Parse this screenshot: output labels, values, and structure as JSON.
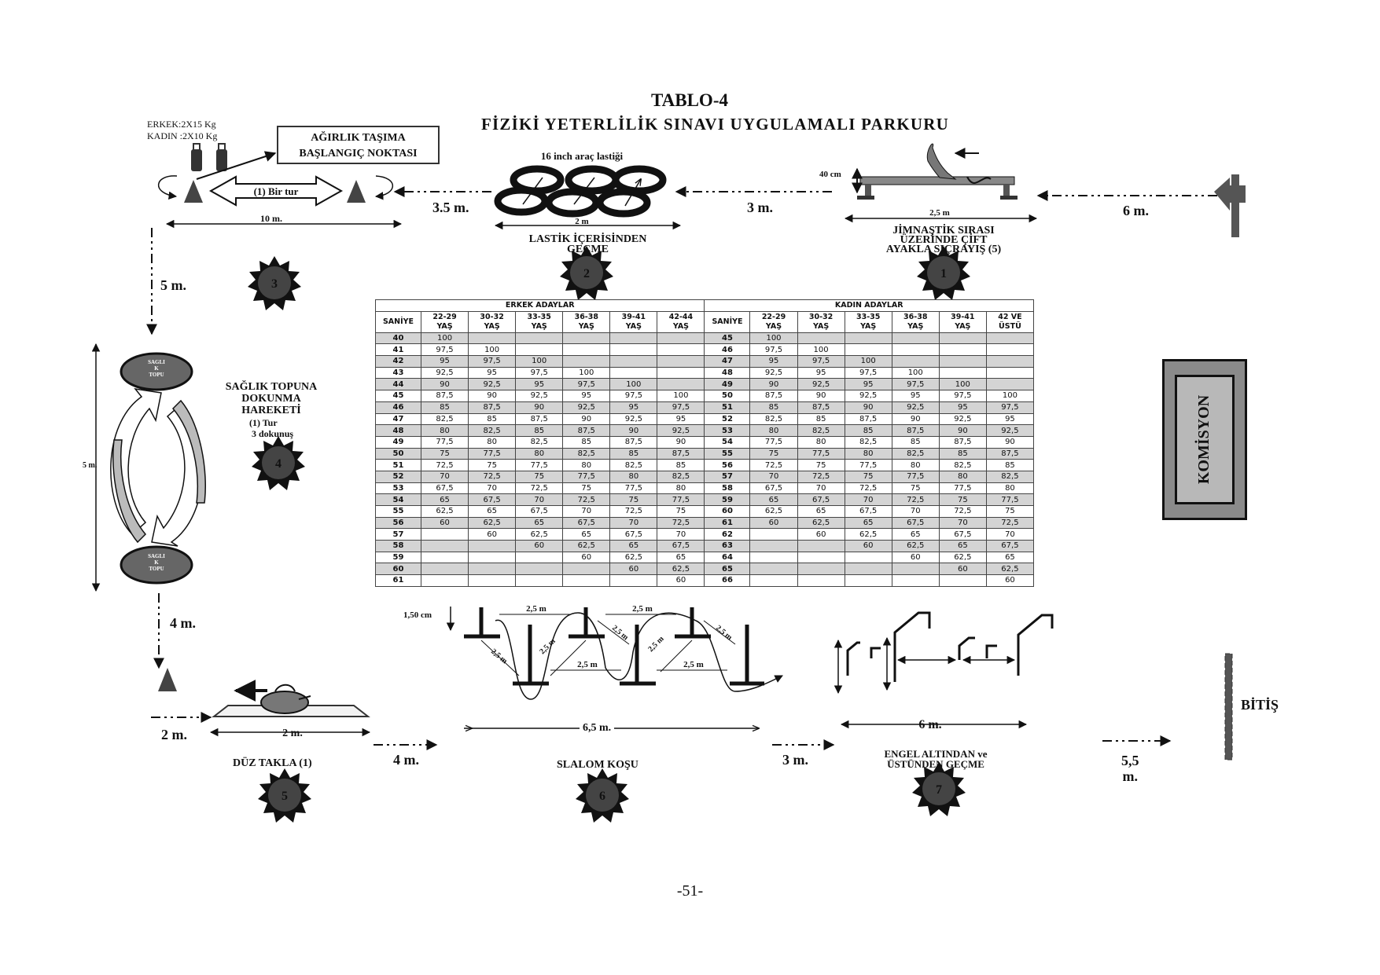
{
  "title": "TABLO-4",
  "subtitle": "FİZİKİ YETERLİLİK SINAVI UYGULAMALI PARKURU",
  "weights": {
    "male": "ERKEK:2X15 Kg",
    "female": "KADIN :2X10 Kg"
  },
  "start_box": {
    "line1": "AĞIRLIK TAŞIMA",
    "line2": "BAŞLANGIÇ NOKTASI"
  },
  "stations": {
    "s1": {
      "number": "1",
      "lines": [
        "JİMNAŞTİK SIRASI",
        "ÜZERİNDE ÇİFT",
        "AYAKLA SIÇRAYIŞ (5)"
      ],
      "height": "40 cm",
      "length": "2,5 m"
    },
    "s2": {
      "number": "2",
      "lines": [
        "LASTİK İÇERİSİNDEN",
        "GEÇME"
      ],
      "tire_label": "16 inch araç lastiği",
      "length": "2 m"
    },
    "s3": {
      "number": "3",
      "lap": "(1) Bir tur",
      "length": "10 m."
    },
    "s4": {
      "number": "4",
      "lines": [
        "SAĞLIK TOPUNA",
        "DOKUNMA",
        "HAREKETİ"
      ],
      "detail1": "(1)  Tur",
      "detail2": "3 dokunuş",
      "ball_lines": [
        "SAGLI",
        "K",
        "TOPU"
      ],
      "length": "5 m."
    },
    "s5": {
      "number": "5",
      "label": "DÜZ TAKLA  (1)",
      "length": "2 m."
    },
    "s6": {
      "number": "6",
      "label": "SLALOM KOŞU",
      "length": "6,5 m.",
      "pole_height": "1,50 cm",
      "spacing": "2,5 m"
    },
    "s7": {
      "number": "7",
      "lines": [
        "ENGEL  ALTINDAN  ve",
        "ÜSTÜNDEN  GEÇME"
      ],
      "length": "6 m."
    }
  },
  "distances": {
    "d_start_s1": "6 m.",
    "d_s1_s2": "3 m.",
    "d_s2_s3": "3.5 m.",
    "d_s3_s4": "5 m.",
    "d_s4_s5": "4 m.",
    "d_before_s5": "2 m.",
    "d_s5_s6": "4 m.",
    "d_s6_s7": "3 m.",
    "d_s7_end": "5,5\nm."
  },
  "finish": "BİTİŞ",
  "commission": "KOMİSYON",
  "page_number": "-51-",
  "table": {
    "male_header": "ERKEK ADAYLAR",
    "female_header": "KADIN ADAYLAR",
    "male_cols": [
      "SANİYE",
      "22-29\nYAŞ",
      "30-32\nYAŞ",
      "33-35\nYAŞ",
      "36-38\nYAŞ",
      "39-41\nYAŞ",
      "42-44\nYAŞ"
    ],
    "female_cols": [
      "SANİYE",
      "22-29\nYAŞ",
      "30-32\nYAŞ",
      "33-35\nYAŞ",
      "36-38\nYAŞ",
      "39-41\nYAŞ",
      "42 VE\nÜSTÜ"
    ],
    "rows": [
      [
        "40",
        "100",
        "",
        "",
        "",
        "",
        "",
        "45",
        "100",
        "",
        "",
        "",
        "",
        ""
      ],
      [
        "41",
        "97,5",
        "100",
        "",
        "",
        "",
        "",
        "46",
        "97,5",
        "100",
        "",
        "",
        "",
        ""
      ],
      [
        "42",
        "95",
        "97,5",
        "100",
        "",
        "",
        "",
        "47",
        "95",
        "97,5",
        "100",
        "",
        "",
        ""
      ],
      [
        "43",
        "92,5",
        "95",
        "97,5",
        "100",
        "",
        "",
        "48",
        "92,5",
        "95",
        "97,5",
        "100",
        "",
        ""
      ],
      [
        "44",
        "90",
        "92,5",
        "95",
        "97,5",
        "100",
        "",
        "49",
        "90",
        "92,5",
        "95",
        "97,5",
        "100",
        ""
      ],
      [
        "45",
        "87,5",
        "90",
        "92,5",
        "95",
        "97,5",
        "100",
        "50",
        "87,5",
        "90",
        "92,5",
        "95",
        "97,5",
        "100"
      ],
      [
        "46",
        "85",
        "87,5",
        "90",
        "92,5",
        "95",
        "97,5",
        "51",
        "85",
        "87,5",
        "90",
        "92,5",
        "95",
        "97,5"
      ],
      [
        "47",
        "82,5",
        "85",
        "87,5",
        "90",
        "92,5",
        "95",
        "52",
        "82,5",
        "85",
        "87,5",
        "90",
        "92,5",
        "95"
      ],
      [
        "48",
        "80",
        "82,5",
        "85",
        "87,5",
        "90",
        "92,5",
        "53",
        "80",
        "82,5",
        "85",
        "87,5",
        "90",
        "92,5"
      ],
      [
        "49",
        "77,5",
        "80",
        "82,5",
        "85",
        "87,5",
        "90",
        "54",
        "77,5",
        "80",
        "82,5",
        "85",
        "87,5",
        "90"
      ],
      [
        "50",
        "75",
        "77,5",
        "80",
        "82,5",
        "85",
        "87,5",
        "55",
        "75",
        "77,5",
        "80",
        "82,5",
        "85",
        "87,5"
      ],
      [
        "51",
        "72,5",
        "75",
        "77,5",
        "80",
        "82,5",
        "85",
        "56",
        "72,5",
        "75",
        "77,5",
        "80",
        "82,5",
        "85"
      ],
      [
        "52",
        "70",
        "72,5",
        "75",
        "77,5",
        "80",
        "82,5",
        "57",
        "70",
        "72,5",
        "75",
        "77,5",
        "80",
        "82,5"
      ],
      [
        "53",
        "67,5",
        "70",
        "72,5",
        "75",
        "77,5",
        "80",
        "58",
        "67,5",
        "70",
        "72,5",
        "75",
        "77,5",
        "80"
      ],
      [
        "54",
        "65",
        "67,5",
        "70",
        "72,5",
        "75",
        "77,5",
        "59",
        "65",
        "67,5",
        "70",
        "72,5",
        "75",
        "77,5"
      ],
      [
        "55",
        "62,5",
        "65",
        "67,5",
        "70",
        "72,5",
        "75",
        "60",
        "62,5",
        "65",
        "67,5",
        "70",
        "72,5",
        "75"
      ],
      [
        "56",
        "60",
        "62,5",
        "65",
        "67,5",
        "70",
        "72,5",
        "61",
        "60",
        "62,5",
        "65",
        "67,5",
        "70",
        "72,5"
      ],
      [
        "57",
        "",
        "60",
        "62,5",
        "65",
        "67,5",
        "70",
        "62",
        "",
        "60",
        "62,5",
        "65",
        "67,5",
        "70"
      ],
      [
        "58",
        "",
        "",
        "60",
        "62,5",
        "65",
        "67,5",
        "63",
        "",
        "",
        "60",
        "62,5",
        "65",
        "67,5"
      ],
      [
        "59",
        "",
        "",
        "",
        "60",
        "62,5",
        "65",
        "64",
        "",
        "",
        "",
        "60",
        "62,5",
        "65"
      ],
      [
        "60",
        "",
        "",
        "",
        "",
        "60",
        "62,5",
        "65",
        "",
        "",
        "",
        "",
        "60",
        "62,5"
      ],
      [
        "61",
        "",
        "",
        "",
        "",
        "",
        "60",
        "66",
        "",
        "",
        "",
        "",
        "",
        "60"
      ]
    ]
  }
}
